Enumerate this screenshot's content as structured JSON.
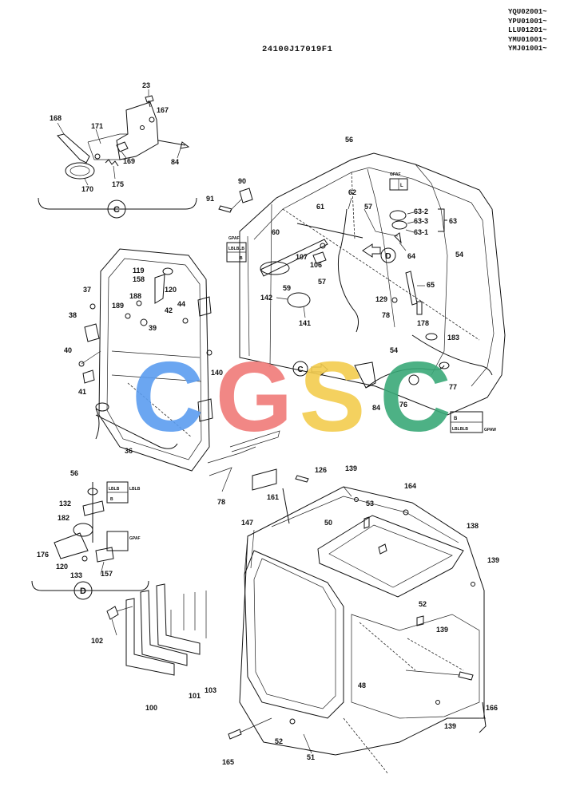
{
  "document": {
    "drawing_number": "24100J17019F1",
    "serial_ranges": [
      "YQU02001~",
      "YPU01001~",
      "LLU01201~",
      "YMU01001~",
      "YMJ01001~"
    ]
  },
  "detail_markers": {
    "c": "C",
    "d": "D"
  },
  "watermark": {
    "letters": [
      "C",
      "G",
      "S",
      "C"
    ],
    "colors": [
      "#5b9cf0",
      "#f07a78",
      "#f3cc4e",
      "#3aa878"
    ]
  },
  "labels": {
    "p23": "23",
    "p167": "167",
    "p168": "168",
    "p171": "171",
    "p169": "169",
    "p84a": "84",
    "p170": "170",
    "p175": "175",
    "p56a": "56",
    "p90": "90",
    "p91": "91",
    "p62": "62",
    "p57a": "57",
    "p61": "61",
    "p632": "63-2",
    "p633": "63-3",
    "p63": "63",
    "p631": "63-1",
    "p64": "64",
    "p60": "60",
    "p107": "107",
    "p106": "106",
    "p57b": "57",
    "p54a": "54",
    "p65": "65",
    "p59": "59",
    "p142": "142",
    "p141": "141",
    "p129": "129",
    "p78a": "78",
    "p178": "178",
    "p183": "183",
    "p54b": "54",
    "p77": "77",
    "p76": "76",
    "p84b": "84",
    "p119": "119",
    "p158": "158",
    "p120a": "120",
    "p37": "37",
    "p188": "188",
    "p189": "189",
    "p42": "42",
    "p44": "44",
    "p38": "38",
    "p39": "39",
    "p40": "40",
    "p140": "140",
    "p41": "41",
    "p36": "36",
    "p126": "126",
    "p78b": "78",
    "p161": "161",
    "p139a": "139",
    "p164": "164",
    "p53": "53",
    "p147": "147",
    "p50": "50",
    "p138": "138",
    "p139b": "139",
    "p56b": "56",
    "p132": "132",
    "p182": "182",
    "p176": "176",
    "p120b": "120",
    "p133": "133",
    "p157": "157",
    "p102": "102",
    "p52a": "52",
    "p139c": "139",
    "p48": "48",
    "p166": "166",
    "p100": "100",
    "p101": "101",
    "p103": "103",
    "p52b": "52",
    "p139d": "139",
    "p165": "165",
    "p51": "51"
  },
  "plates": {
    "plate1": {
      "top": "GPAF",
      "r1": "L",
      "r2": ""
    },
    "plate2": {
      "top": "GPAF",
      "r1": "LBLBLB",
      "r2": "B"
    },
    "plate3": {
      "top": "",
      "r1": "B",
      "r2": "LBLBLB",
      "bottom": "GPAW"
    },
    "plate4": {
      "top": "",
      "r1": "LBLB",
      "r2": "B",
      "side": "LBLB"
    },
    "plate5": {
      "top": "",
      "r1": "GPAF",
      "r2": ""
    }
  }
}
